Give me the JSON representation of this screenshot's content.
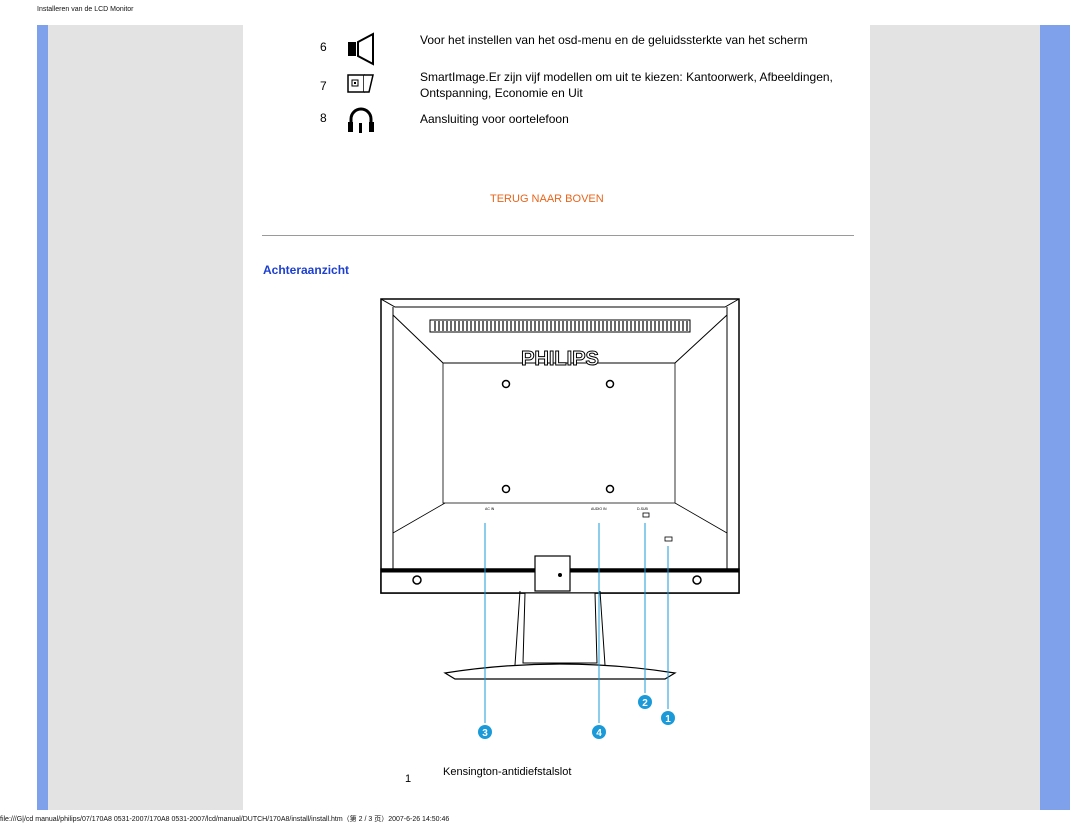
{
  "header": {
    "title": "Installeren van de LCD Monitor"
  },
  "controls": [
    {
      "number": "6",
      "icon": "speaker-icon",
      "description": "Voor het instellen van het osd-menu en de geluidssterkte van het scherm"
    },
    {
      "number": "7",
      "icon": "smartimage-icon",
      "description": "SmartImage.Er zijn vijf modellen om uit te kiezen: Kantoorwerk, Afbeeldingen, Ontspanning, Economie en Uit"
    },
    {
      "number": "8",
      "icon": "headphones-icon",
      "description": "Aansluiting voor oortelefoon"
    }
  ],
  "back_to_top": "TERUG NAAR BOVEN",
  "section": {
    "title": "Achteraanzicht"
  },
  "diagram": {
    "brand": "PHILIPS",
    "port_labels": [
      "AC IN",
      "AUDIO IN",
      "D-SUB"
    ],
    "callouts": [
      "1",
      "2",
      "3",
      "4"
    ]
  },
  "caption": {
    "number": "1",
    "text": "Kensington-antidiefstalslot"
  },
  "footer": {
    "path": "file:///G|/cd manual/philips/07/170A8 0531-2007/170A8 0531-2007/lcd/manual/DUTCH/170A8/install/install.htm（第 2 / 3 页）2007-6-26 14:50:46"
  },
  "colors": {
    "accent_blue": "#7fa0ea",
    "side_panel": "#e3e3e3",
    "link_orange": "#e8641b",
    "title_blue": "#1c3fd0",
    "callout_blue": "#1a9ad8"
  }
}
